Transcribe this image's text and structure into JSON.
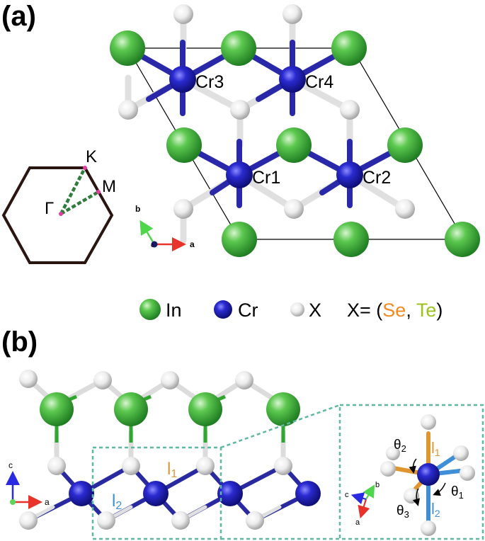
{
  "panel_a": {
    "label": "(a)",
    "cr_labels": [
      "Cr3",
      "Cr4",
      "Cr1",
      "Cr2"
    ],
    "bz_labels": {
      "k": "K",
      "m": "M",
      "gamma": "Γ"
    },
    "axes": {
      "a": "a",
      "b": "b",
      "c": "c"
    }
  },
  "legend": {
    "in": "In",
    "cr": "Cr",
    "x": "X",
    "x_def_prefix": "X= (",
    "se": "Se",
    "sep": ", ",
    "te": "Te",
    "x_def_suffix": ")",
    "colors": {
      "se": "#f08a24",
      "te": "#9cc21f"
    }
  },
  "panel_b": {
    "label": "(b)",
    "l1": "l",
    "l1_sub": "1",
    "l2": "l",
    "l2_sub": "2",
    "theta1": "θ",
    "theta1_sub": "1",
    "theta2": "θ",
    "theta2_sub": "2",
    "theta3": "θ",
    "theta3_sub": "3",
    "axes": {
      "a": "a",
      "b": "b",
      "c": "c"
    }
  },
  "colors": {
    "in": "#2fa62f",
    "cr": "#23239a",
    "x": "#dcdcdc",
    "zoom_box": "#5fb8a0",
    "l1": "#e0962e",
    "l2": "#3f8fd8"
  }
}
